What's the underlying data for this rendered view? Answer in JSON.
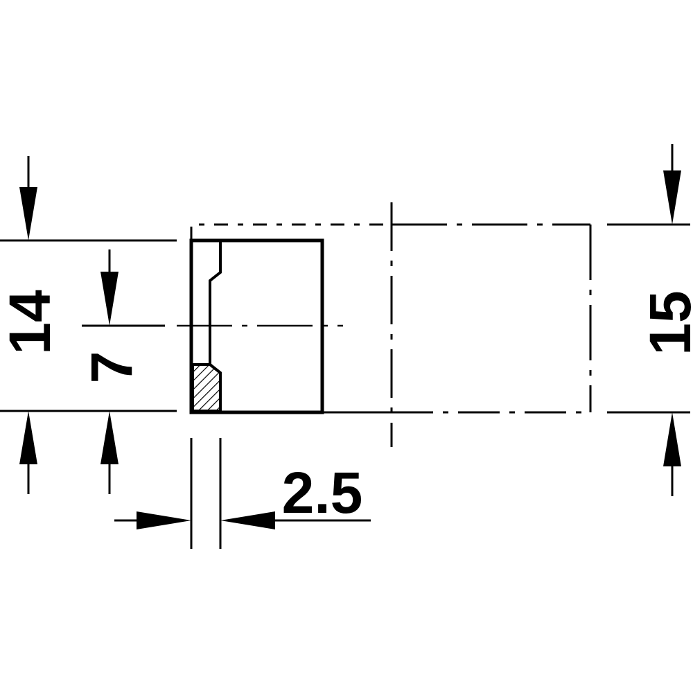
{
  "colors": {
    "line": "#000000",
    "background": "#ffffff"
  },
  "dimensions": {
    "overall_height": "14",
    "half_height": "7",
    "outer_height": "15",
    "wall_thickness": "2.5"
  }
}
